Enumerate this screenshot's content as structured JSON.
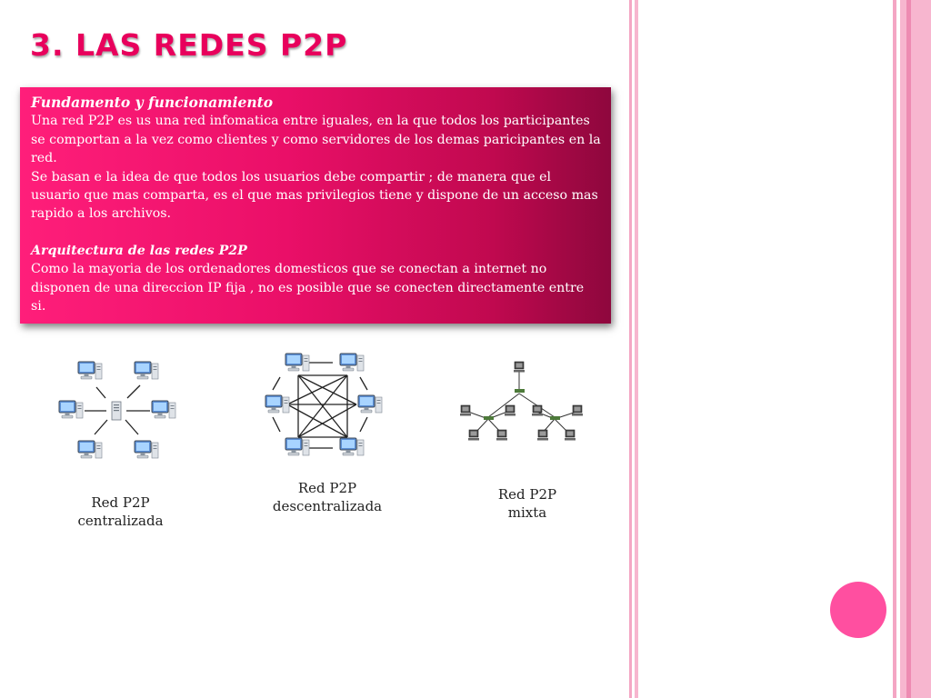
{
  "slide": {
    "title": "3. LAS REDES P2P"
  },
  "textbox": {
    "heading": "Fundamento y funcionamiento",
    "paragraph1": "Una red P2P es us una red infomatica entre iguales, en la que todos los participantes se comportan a la vez como clientes y como servidores de los demas paricipantes en la red.",
    "paragraph2": "Se basan e la idea de que todos los usuarios debe compartir ; de manera que el usuario que mas comparta, es el que mas  privilegios  tiene y dispone de un acceso mas rapido a los archivos.",
    "subheading": "Arquitectura de las redes P2P",
    "paragraph3": "Como la mayoria de los ordenadores domesticos que se conectan a internet no disponen de una direccion IP fija , no es posible que se conecten directamente entre si."
  },
  "diagrams": {
    "centralized": {
      "line1": "Red P2P",
      "line2": "centralizada"
    },
    "decentralized": {
      "line1": "Red P2P",
      "line2": "descentralizada"
    },
    "mixed": {
      "line1": "Red P2P",
      "line2": "mixta"
    }
  },
  "colors": {
    "title": "#e8005c",
    "box_start": "#ff1e7a",
    "box_end": "#8e073d",
    "side_stripe": "#f4a6c4",
    "accent_circle": "#ff4fa0"
  },
  "icons": {
    "computer": "desktop-computer-icon",
    "server": "server-icon",
    "switch": "network-switch-icon"
  }
}
